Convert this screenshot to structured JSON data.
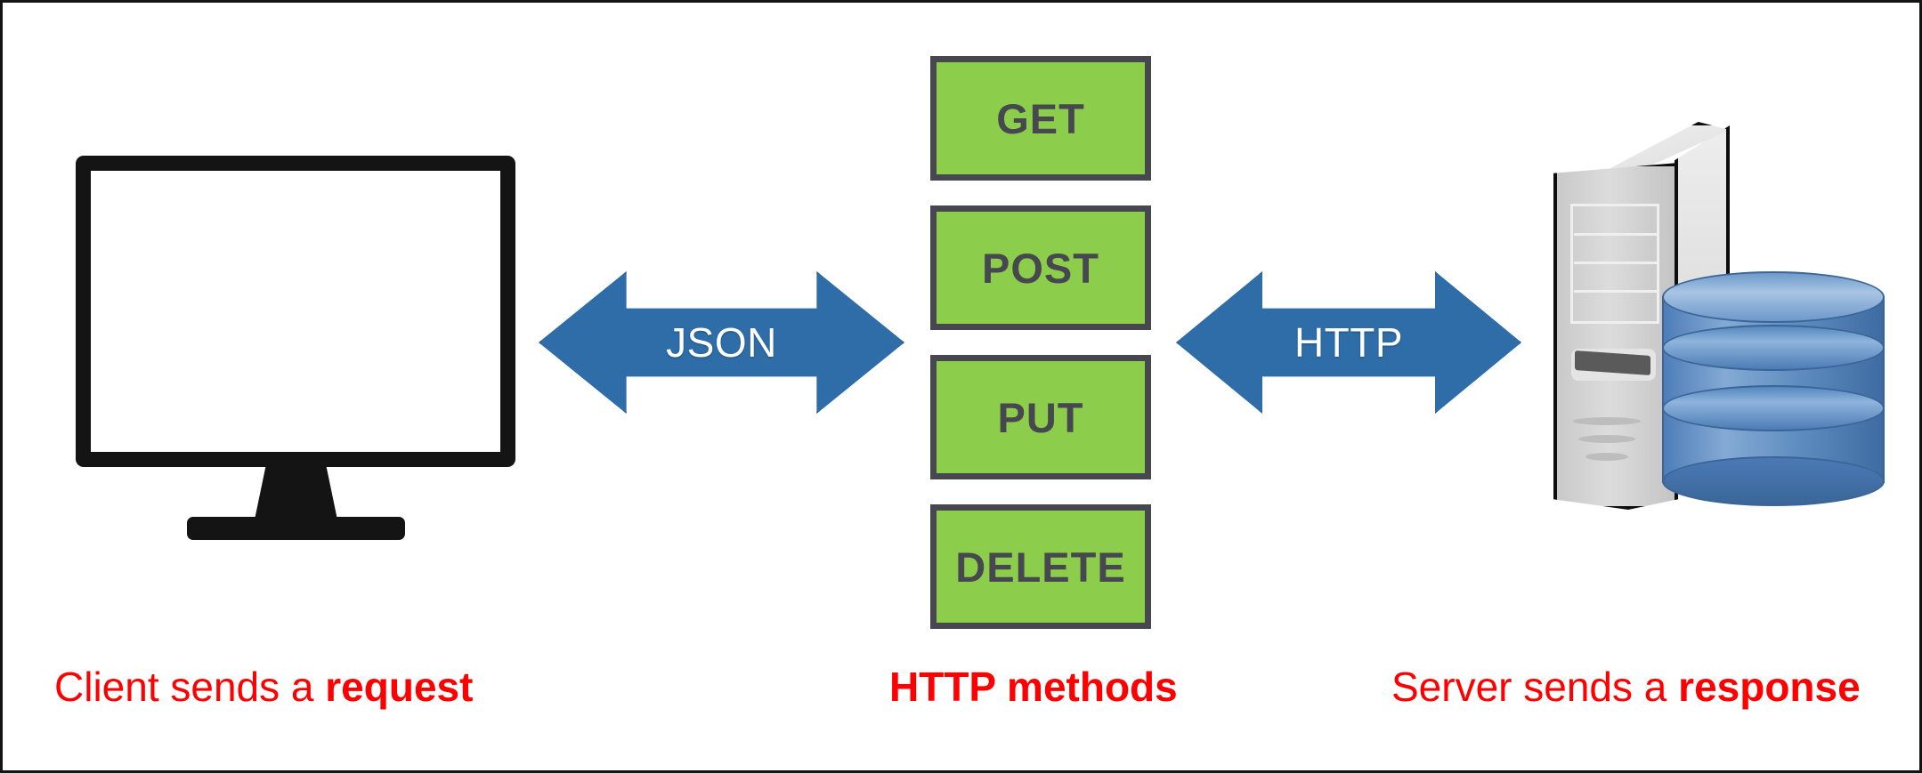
{
  "diagram": {
    "title": "REST API request/response flow",
    "background_color": "#FFFFFF",
    "frame_color": "#141414"
  },
  "client": {
    "icon": "computer-monitor-icon",
    "caption_prefix": "Client sends a ",
    "caption_emphasis": "request",
    "caption_full": "Client sends a request",
    "caption_color": "#FF0000"
  },
  "connections": [
    {
      "name": "client-to-methods",
      "label": "JSON",
      "direction": "bidirectional",
      "color": "#2E6DA8"
    },
    {
      "name": "methods-to-server",
      "label": "HTTP",
      "direction": "bidirectional",
      "color": "#2E6DA8"
    }
  ],
  "methods": {
    "caption_full": "HTTP methods",
    "caption_color": "#FF0000",
    "box_fill": "#8CCE4C",
    "box_border": "#474750",
    "items": [
      {
        "label": "GET"
      },
      {
        "label": "POST"
      },
      {
        "label": "PUT"
      },
      {
        "label": "DELETE"
      }
    ]
  },
  "server": {
    "icon": "server-tower-icon",
    "database_icon": "database-cylinder-icon",
    "caption_prefix": "Server sends a ",
    "caption_emphasis": "response",
    "caption_full": "Server sends a response",
    "caption_color": "#FF0000"
  }
}
